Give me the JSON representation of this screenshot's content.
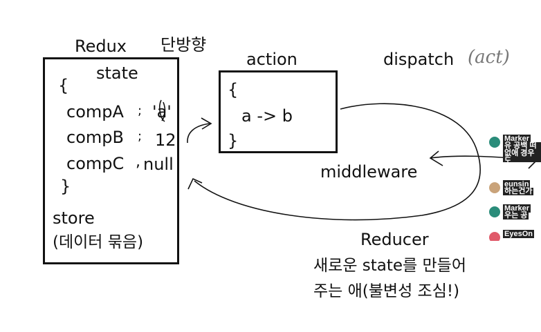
{
  "title": {
    "redux": "Redux",
    "direction": "단방향"
  },
  "store_box": {
    "state_label": "state",
    "open_brace": "{",
    "close_brace": "}",
    "rows": [
      {
        "key": "compA",
        "sep": ";",
        "value": "'a'"
      },
      {
        "key": "compB",
        "sep": ";",
        "value": "12"
      },
      {
        "key": "compC",
        "sep": ",",
        "value": "null"
      }
    ],
    "store_label": "store",
    "store_desc": "(데이터 묶음)"
  },
  "action_box": {
    "label": "action",
    "open_brace": "{",
    "content": "a -> b",
    "close_brace": "}"
  },
  "dispatch": {
    "text": "dispatch",
    "scribble": "(act)"
  },
  "middleware": "middleware",
  "reducer": {
    "label": "Reducer",
    "desc_line1": "새로운 state를 만들어",
    "desc_line2": "주는 애(불변성 조심!)"
  },
  "chat": [
    {
      "name": "Marker",
      "message": "유 공백 떠 없애 경우도",
      "avatar_color": "#2a8c7a"
    },
    {
      "name": "eunsin",
      "message": "하는건가",
      "avatar_color": "#c9a37a"
    },
    {
      "name": "Marker",
      "message": "우는 공",
      "avatar_color": "#2a8c7a"
    },
    {
      "name": "EyesOn",
      "message": "",
      "avatar_color": "#e05a6a"
    }
  ],
  "colors": {
    "ink": "#111111",
    "background": "#ffffff",
    "chat_bg": "#222222"
  }
}
